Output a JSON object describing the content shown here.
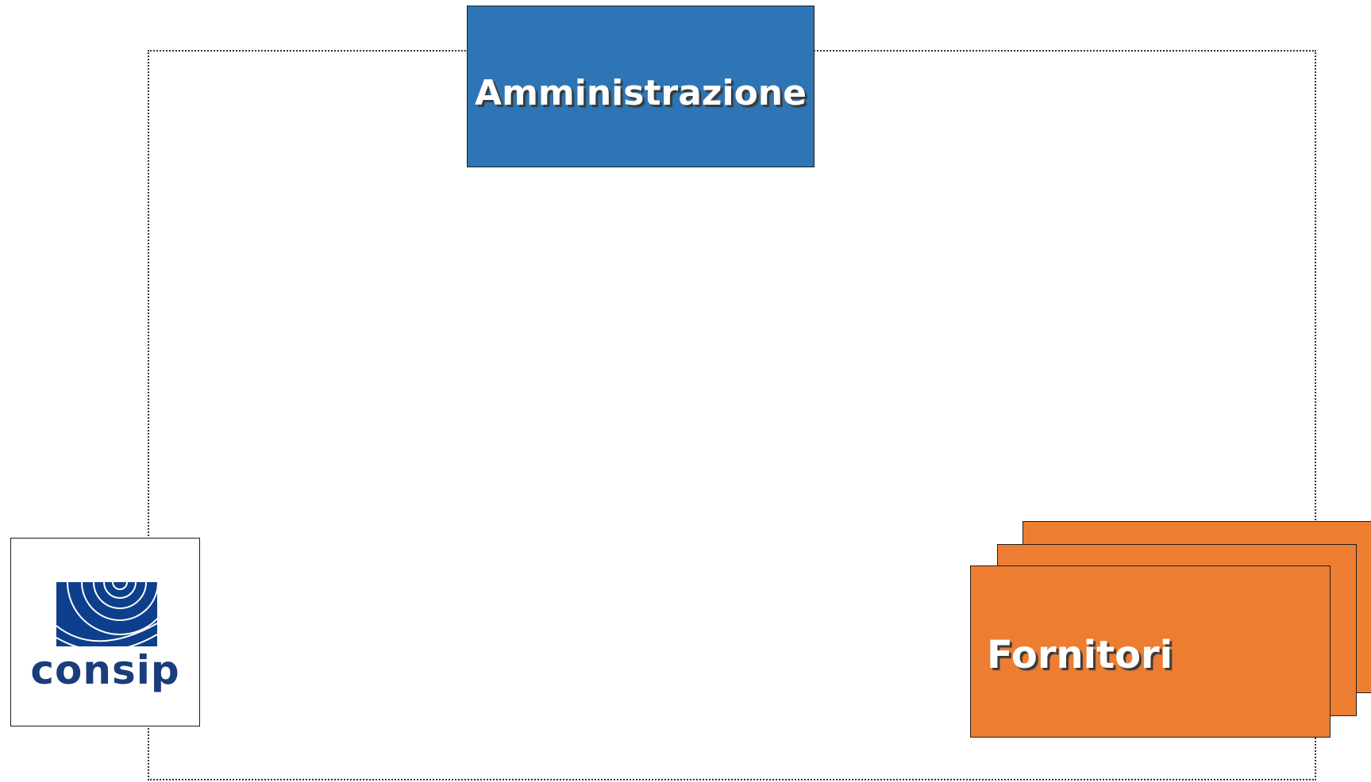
{
  "diagram": {
    "nodes": {
      "administration": {
        "label": "Amministrazione",
        "color": "#2e75b6"
      },
      "suppliers": {
        "label": "Fornitori",
        "color": "#ed7d31",
        "stack_count": 3
      }
    },
    "logo": {
      "text": "consip",
      "color": "#1a3d7c"
    }
  }
}
